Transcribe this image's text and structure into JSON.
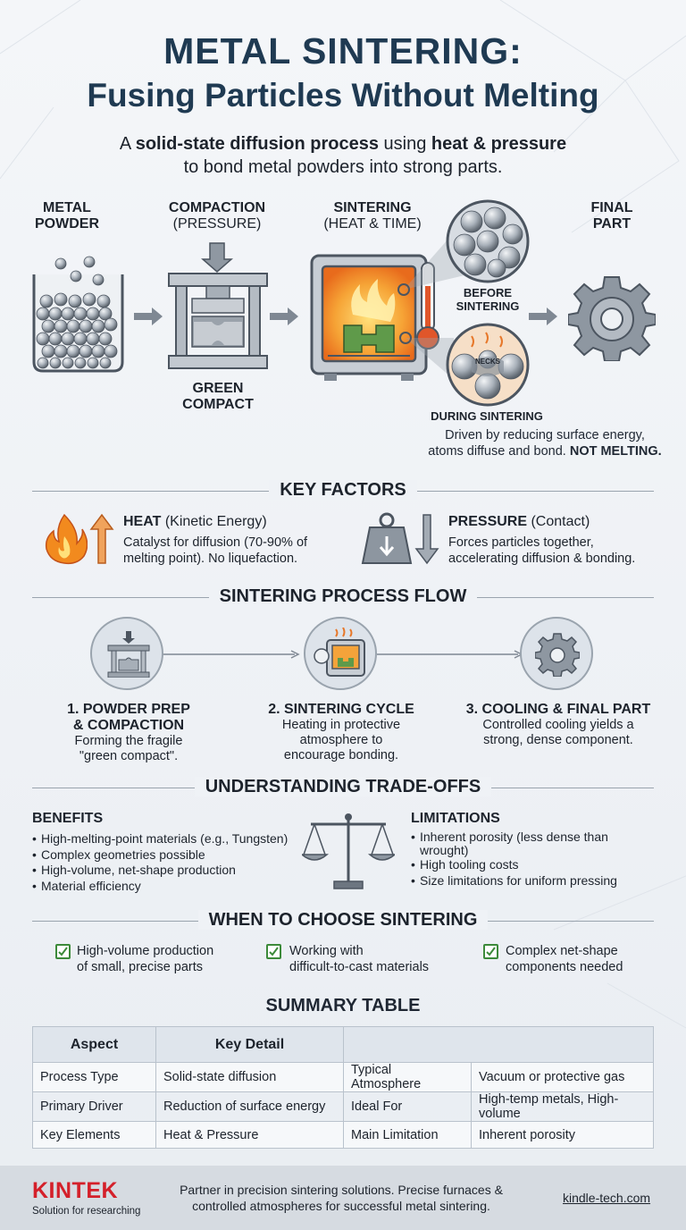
{
  "header": {
    "title_line1": "METAL SINTERING:",
    "title_line2": "Fusing Particles Without Melting",
    "subtitle_a": "A ",
    "subtitle_b": "solid-state diffusion process",
    "subtitle_c": " using ",
    "subtitle_d": "heat & pressure",
    "subtitle_line2": "to bond metal powders into strong parts."
  },
  "stages": {
    "powder_l1": "METAL",
    "powder_l2": "POWDER",
    "compaction_l1": "COMPACTION",
    "compaction_l2": "(PRESSURE)",
    "green_l1": "GREEN",
    "green_l2": "COMPACT",
    "sintering_l1": "SINTERING",
    "sintering_l2": "(HEAT & TIME)",
    "before_l1": "BEFORE",
    "before_l2": "SINTERING",
    "necks": "NECKS",
    "during": "DURING SINTERING",
    "final_l1": "FINAL",
    "final_l2": "PART",
    "driven_l1": "Driven by reducing surface energy,",
    "driven_l2": "atoms diffuse and bond.",
    "driven_bold": "NOT MELTING."
  },
  "key_factors": {
    "heading": "KEY FACTORS",
    "heat_title": "HEAT",
    "heat_note": " (Kinetic Energy)",
    "heat_desc1": "Catalyst for diffusion (70-90% of",
    "heat_desc2": "melting point). No liquefaction.",
    "pressure_title": "PRESSURE",
    "pressure_note": " (Contact)",
    "pressure_desc1": "Forces particles together,",
    "pressure_desc2": "accelerating diffusion & bonding."
  },
  "process_flow": {
    "heading": "SINTERING PROCESS FLOW",
    "steps": [
      {
        "title1": "1. POWDER PREP",
        "title2": "& COMPACTION",
        "desc1": "Forming the fragile",
        "desc2": "\"green compact\".",
        "desc3": ""
      },
      {
        "title1": "2. SINTERING CYCLE",
        "title2": "",
        "desc1": "Heating in protective",
        "desc2": "atmosphere to",
        "desc3": "encourage bonding."
      },
      {
        "title1": "3. COOLING & FINAL PART",
        "title2": "",
        "desc1": "Controlled cooling yields a",
        "desc2": "strong, dense component.",
        "desc3": ""
      }
    ]
  },
  "tradeoffs": {
    "heading": "UNDERSTANDING TRADE-OFFS",
    "benefits_title": "BENEFITS",
    "benefits": [
      "High-melting-point materials (e.g., Tungsten)",
      "Complex geometries possible",
      "High-volume, net-shape production",
      "Material efficiency"
    ],
    "limitations_title": "LIMITATIONS",
    "limitations": [
      "Inherent porosity (less dense than",
      "High tooling costs",
      "Size limitations for uniform pressing"
    ],
    "limitation_cont": "wrought)"
  },
  "when": {
    "heading": "WHEN TO CHOOSE SINTERING",
    "items": [
      {
        "l1": "High-volume production",
        "l2": "of small, precise parts"
      },
      {
        "l1": "Working with",
        "l2": "difficult-to-cast materials"
      },
      {
        "l1": "Complex net-shape",
        "l2": "components needed"
      }
    ]
  },
  "summary": {
    "heading": "SUMMARY TABLE",
    "col_aspect": "Aspect",
    "col_detail": "Key Detail",
    "rows": [
      [
        "Process Type",
        "Solid-state diffusion",
        "Typical Atmosphere",
        "Vacuum or protective gas"
      ],
      [
        "Primary Driver",
        "Reduction of surface energy",
        "Ideal For",
        "High-temp metals, High-volume"
      ],
      [
        "Key Elements",
        "Heat & Pressure",
        "Main Limitation",
        "Inherent porosity"
      ]
    ]
  },
  "footer": {
    "brand": "KINTEK",
    "brand_sub": "Solution for researching",
    "text1": "Partner in precision sintering solutions. Precise furnaces &",
    "text2": "controlled atmospheres for successful metal sintering.",
    "link": "kindle-tech.com"
  },
  "colors": {
    "title": "#1f3a52",
    "flame": "#f28a1e",
    "check": "#3c8a3a",
    "brand": "#d4202a"
  }
}
